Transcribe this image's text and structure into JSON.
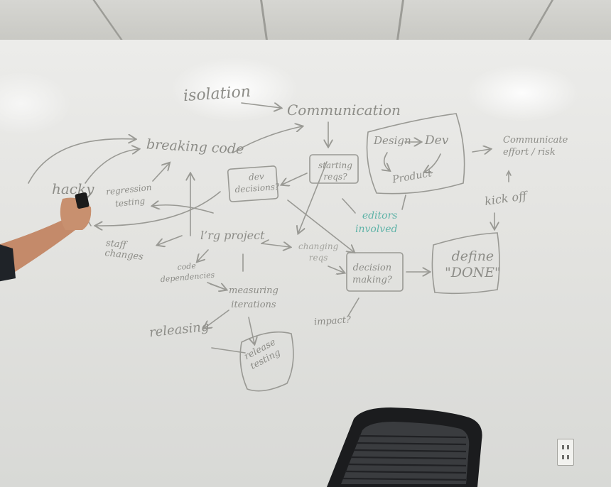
{
  "whiteboard": {
    "isolation": "isolation",
    "communication": "Communication",
    "breaking_code": "breaking code",
    "hacky": "hacky",
    "regression_testing": "regression\ntesting",
    "dev_decisions": "dev\ndecisions?",
    "starting_reqs": "starting\nreqs?",
    "design": "Design",
    "dev": "Dev",
    "product": "Product",
    "communicate_effort_risk": "Communicate\neffort / risk",
    "kick_off": "kick off",
    "editors_involved": "editors\ninvolved",
    "lrg_project": "l’rg project",
    "staff_changes": "staff\nchanges",
    "code_dependencies": "code\ndependencies",
    "measuring_iterations": "measuring\niterations",
    "changing_reqs": "changing\nreqs",
    "decision_making": "decision\nmaking?",
    "define_done": "define\n\"DONE\"",
    "impact": "impact?",
    "releasing": "releasing",
    "release_testing": "release\ntesting"
  },
  "colors": {
    "marker": "#8d8d88",
    "teal_marker": "#5fb3a8",
    "wall": "#e6e6e3",
    "skin": "#c48a6a",
    "sleeve": "#1f2328",
    "chair": "#1b1c1e"
  },
  "objects": {
    "eraser": "eraser-icon",
    "chair": "office-chair-icon",
    "outlet": "power-outlet-icon"
  }
}
